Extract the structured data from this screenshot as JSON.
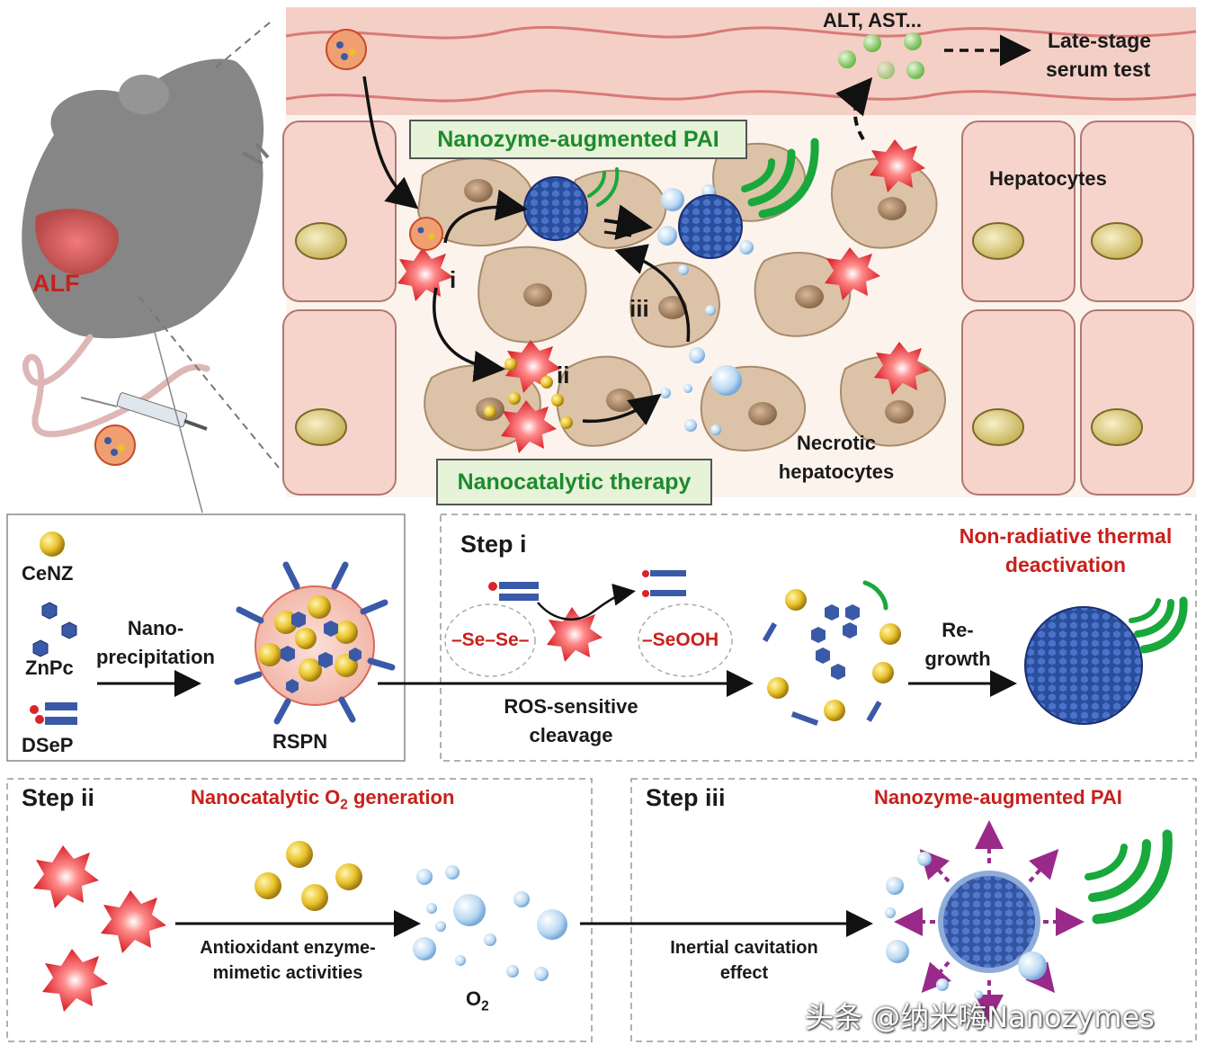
{
  "top": {
    "alf_label": "ALF",
    "alt_ast": "ALT, AST...",
    "late_stage": "Late-stage",
    "serum_test": "serum test",
    "hepatocytes": "Hepatocytes",
    "necrotic": "Necrotic",
    "necrotic_2": "hepatocytes",
    "box_pai": "Nanozyme-augmented PAI",
    "box_therapy": "Nanocatalytic therapy",
    "roman_i": "i",
    "roman_ii": "ii",
    "roman_iii": "iii"
  },
  "synthesis": {
    "cenz": "CeNZ",
    "znpc": "ZnPc",
    "dsep": "DSeP",
    "nano_1": "Nano-",
    "nano_2": "precipitation",
    "rspn": "RSPN"
  },
  "step_i": {
    "title": "Step i",
    "nonrad_1": "Non-radiative  thermal",
    "nonrad_2": "deactivation",
    "sese": "–Se–Se–",
    "seooh": "–SeOOH",
    "ros_1": "ROS-sensitive",
    "ros_2": "cleavage",
    "regrowth_1": "Re-",
    "regrowth_2": "growth"
  },
  "step_ii": {
    "title": "Step ii",
    "subtitle_pre": "Nanocatalytic  O",
    "subtitle_sub": "2",
    "subtitle_post": " generation",
    "anti_1": "Antioxidant enzyme-",
    "anti_2": "mimetic activities",
    "o2_main": "O",
    "o2_sub": "2"
  },
  "step_iii": {
    "title": "Step iii",
    "subtitle": "Nanozyme-augmented  PAI",
    "cav_1": "Inertial cavitation",
    "cav_2": "effect"
  },
  "watermark": "头条 @纳米嗨Nanozymes",
  "colors": {
    "tissue_red": "#f2c8c0",
    "cell_tan": "#dcc3a8",
    "nucleus_yellow": "#e8dc9a",
    "nanozyme_blue": "#2f56a8",
    "ros_red": "#e23a3a",
    "gold": "#e8c22a",
    "bubble": "#b8d8f2",
    "green_signal": "#18a83c",
    "title_red": "#c8201c",
    "box_green": "#1e8a2e"
  }
}
